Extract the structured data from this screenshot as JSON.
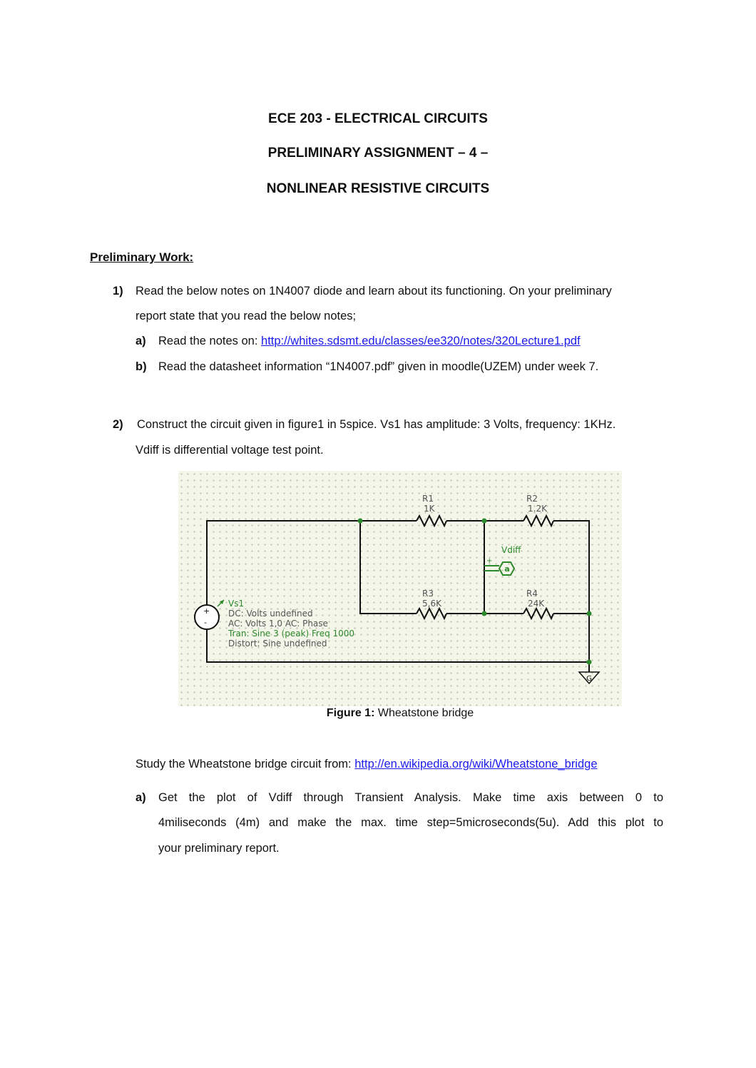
{
  "header": {
    "title_line1": "ECE 203 - ELECTRICAL CIRCUITS",
    "title_line2": "PRELIMINARY ASSIGNMENT – 4 –",
    "title_line3": "NONLINEAR RESISTIVE CIRCUITS"
  },
  "section": {
    "heading": "Preliminary Work:"
  },
  "item1": {
    "number": "1)",
    "line1": "Read the below notes on 1N4007 diode and learn about its functioning. On your preliminary",
    "line2": "report state that you read the below notes;",
    "a_label": "a)",
    "a_text": "Read the notes on: ",
    "a_link": " http://whites.sdsmt.edu/classes/ee320/notes/320Lecture1.pdf",
    "b_label": "b)",
    "b_text": "Read the datasheet information “1N4007.pdf” given in moodle(UZEM) under week 7."
  },
  "item2": {
    "number": "2)",
    "line1": "Construct the circuit given in figure1 in 5spice. Vs1 has amplitude: 3 Volts, frequency: 1KHz.",
    "line2": "Vdiff is differential voltage test point."
  },
  "figure": {
    "caption_label": "Figure 1:",
    "caption_text": " Wheatstone bridge",
    "r1_name": "R1",
    "r1_value": "1K",
    "r2_name": "R2",
    "r2_value": "1.2K",
    "r3_name": "R3",
    "r3_value": "5,6K",
    "r4_name": "R4",
    "r4_value": "24K",
    "vdiff_label": "Vdiff",
    "vdiff_symbol": "a",
    "vs1_name": "Vs1",
    "vs1_dc": "DC: Volts undefined",
    "vs1_ac": "AC: Volts 1,0 AC: Phase",
    "vs1_tran": "Tran: Sine  3 (peak)  Freq 1000",
    "vs1_distort": "Distort: Sine  undefined",
    "ground_label": "G",
    "plus": "+",
    "minus": "-",
    "colors": {
      "wire": "#111111",
      "node": "#2c8a2c",
      "component": "#2c8a2c",
      "grid_bg": "#f5f6ea"
    }
  },
  "study": {
    "text": "Study the Wheatstone bridge circuit from: ",
    "link": "http://en.wikipedia.org/wiki/Wheatstone_bridge"
  },
  "task_a": {
    "label": "a)",
    "line1": "Get the plot of Vdiff through Transient Analysis. Make time axis between 0 to",
    "line2": "4miliseconds (4m) and make the max. time step=5microseconds(5u). Add this plot to",
    "line3": "your preliminary report."
  }
}
